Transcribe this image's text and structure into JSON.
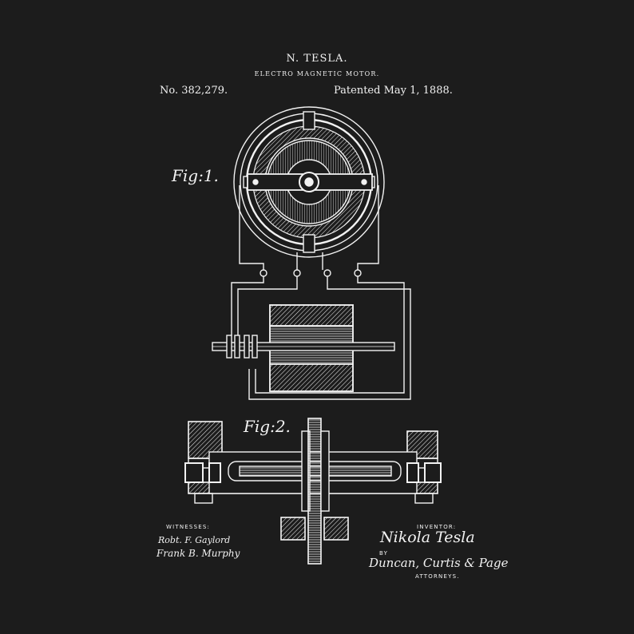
{
  "header": {
    "name": "N. TESLA.",
    "title": "ELECTRO MAGNETIC MOTOR.",
    "patent_no": "No. 382,279.",
    "patented": "Patented May 1, 1888."
  },
  "figures": {
    "fig1": "Fig:1.",
    "fig2": "Fig:2."
  },
  "footer": {
    "witnesses_label": "WITNESSES:",
    "witness_1": "Robt. F. Gaylord",
    "witness_2": "Frank B. Murphy",
    "inventor_label": "INVENTOR:",
    "inventor_signature": "Nikola Tesla",
    "by_label": "BY",
    "attorney_signature": "Duncan, Curtis & Page",
    "attorneys_label": "ATTORNEYS."
  },
  "colors": {
    "background": "#1c1c1c",
    "ink": "#f2f2f2"
  }
}
